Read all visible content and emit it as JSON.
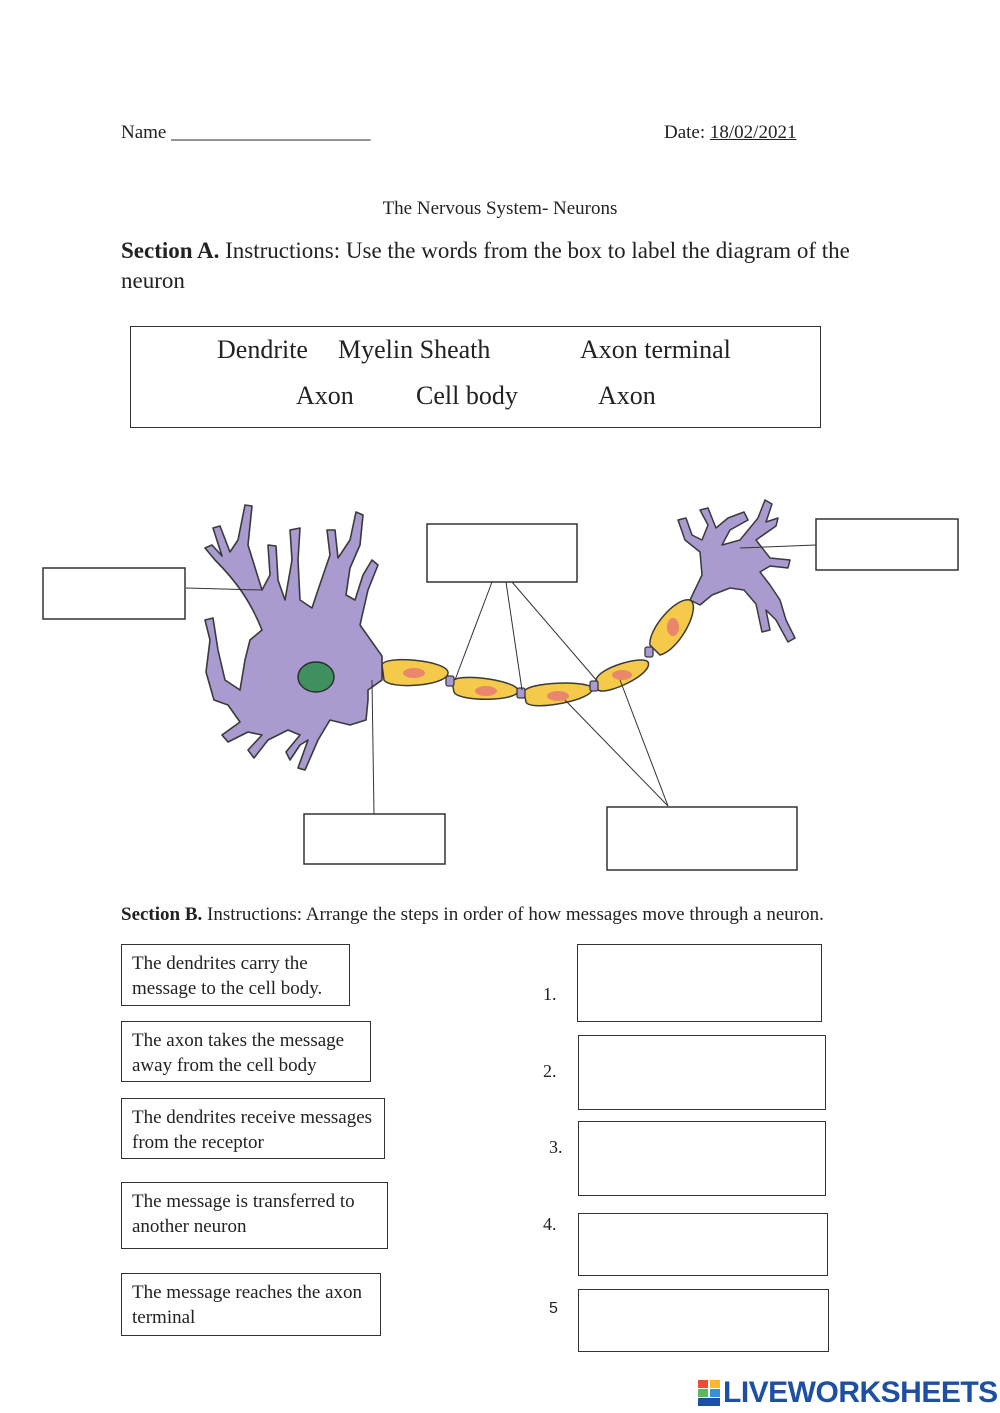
{
  "header": {
    "name_label": "Name",
    "name_blank": "_____________________",
    "date_label": "Date:",
    "date_value": "18/02/2021"
  },
  "title": "The Nervous System- Neurons",
  "section_a": {
    "heading": "Section A.",
    "instructions": "Instructions: Use the words from the box to label the diagram of the neuron",
    "words": [
      "Dendrite",
      "Myelin Sheath",
      "Axon terminal",
      "Axon",
      "Cell body",
      "Axon"
    ]
  },
  "section_b": {
    "heading": "Section B.",
    "instructions": "Instructions: Arrange the steps in order of how messages move through a neuron.",
    "steps": [
      "The dendrites carry the message to the cell body.",
      "The axon takes the message away from the cell body",
      "The dendrites receive messages from the receptor",
      "The message is transferred to another neuron",
      "The message reaches the axon terminal"
    ],
    "numbers": [
      "1.",
      "2.",
      "3.",
      "4.",
      "5"
    ]
  },
  "colors": {
    "neuron_body": "#a99bd0",
    "nucleus": "#3f8f5f",
    "myelin": "#f5c94a",
    "myelin_spot": "#e9866b",
    "brand": "#1d4fa3"
  },
  "watermark": "LIVEWORKSHEETS"
}
